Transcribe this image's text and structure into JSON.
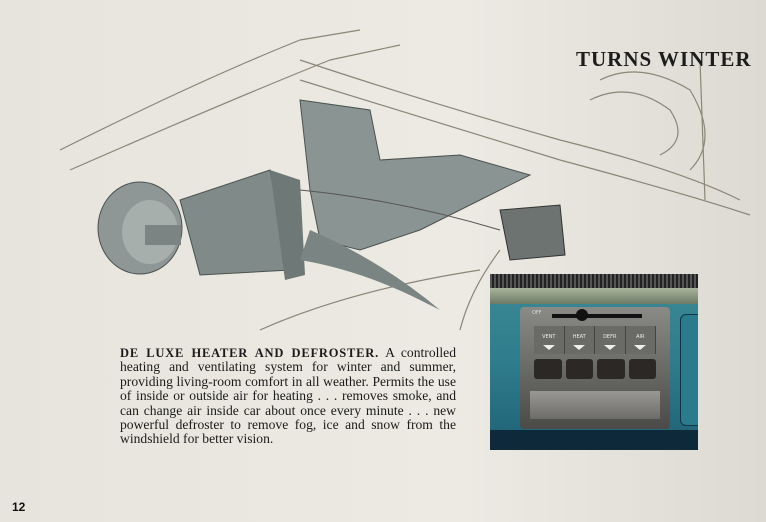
{
  "page": {
    "title": "TURNS WINTER",
    "page_number": "12"
  },
  "article": {
    "lead": "DE LUXE HEATER AND DEFROSTER.",
    "body": "A controlled heating and ventilating system for winter and summer, providing living-room comfort in all weather. Permits the use of inside or outside air for heating . . . removes smoke, and can change air inside car about once every minute . . . new powerful defroster to remove fog, ice and snow from the windshield for better vision."
  },
  "control_panel": {
    "off_label": "OFF",
    "keys": [
      "VENT",
      "HEAT",
      "DEFR",
      "AIR"
    ]
  }
}
